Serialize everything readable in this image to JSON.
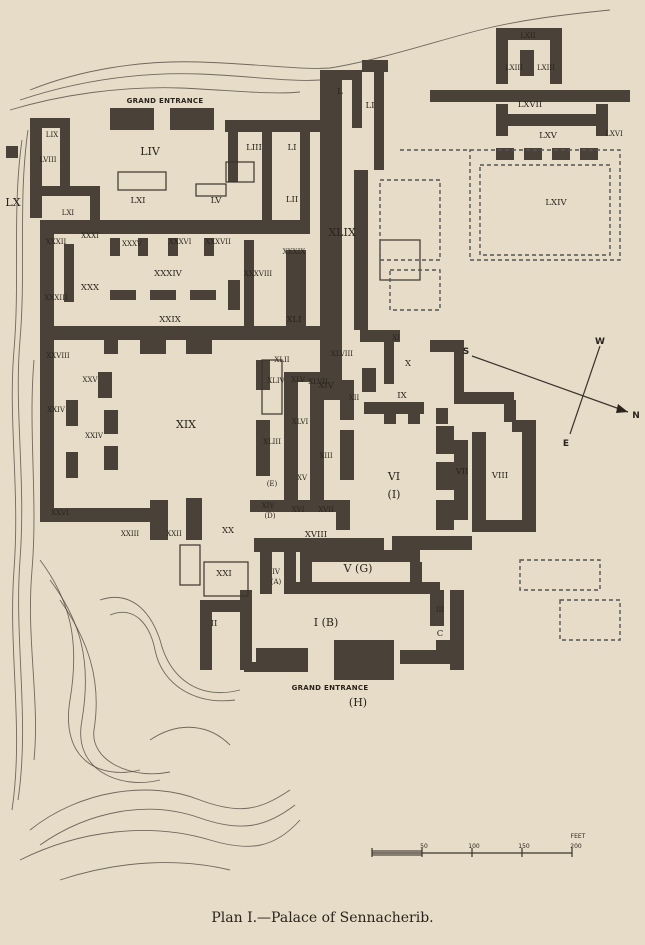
{
  "caption": "Plan I.—Palace of Sennacherib.",
  "entrances": {
    "top": "GRAND ENTRANCE",
    "bottom": "GRAND ENTRANCE",
    "bottom_mark": "(H)"
  },
  "compass": {
    "s": "S",
    "w": "W",
    "n": "N",
    "e": "E"
  },
  "scale": {
    "unit": "FEET",
    "ticks": [
      "50",
      "100",
      "150",
      "200"
    ]
  },
  "rooms": {
    "L": "L",
    "LI": "LI",
    "LII": "LII",
    "LIII": "LIII",
    "LIV": "LIV",
    "LV": "LV",
    "LVIII": "LVIII",
    "LIX": "LIX",
    "LX": "LX",
    "LXI_a": "LXI",
    "LXI_b": "LXI",
    "LXII": "LXII",
    "LXIII_a": "LXIII",
    "LXIII_b": "LXIII",
    "LXIV": "LXIV",
    "LXV": "LXV",
    "LXVI": "LXVI",
    "LXVII": "LXVII",
    "XLIX": "XLIX",
    "XXXV": "XXXV",
    "XXXVI": "XXXVI",
    "XXXVII": "XXXVII",
    "XXXVIII": "XXXVIII",
    "XXXIX": "XXXIX",
    "XXXII": "XXXII",
    "XXXI": "XXXI",
    "XXXIV": "XXXIV",
    "XXX": "XXX",
    "XXXIII": "XXXIII",
    "XXIX": "XXIX",
    "XLI": "XLI",
    "XXVIII": "XXVIII",
    "XLII": "XLII",
    "XLVIII": "XLVIII",
    "XXV": "XXV",
    "XXIV_a": "XXIV",
    "XXIV_b": "XXIV",
    "XIX": "XIX",
    "XLIII": "XLIII",
    "XLIV": "XLIV",
    "XLV": "XLV",
    "XLVI": "XLVI",
    "XLVII": "XLVII",
    "XIV": "XIV",
    "XII": "XII",
    "XIII": "XIII",
    "XV": "XV",
    "XVI": "XVI",
    "XVII": "XVII",
    "XI": "XI",
    "X": "X",
    "IX": "IX",
    "VI": "VI",
    "VI_mark": "(I)",
    "VII": "VII",
    "VIII": "VIII",
    "E": "(E)",
    "XIV_b": "XIV",
    "XIV_mark": "(D)",
    "XXVI": "XXVI",
    "XXIII": "XXIII",
    "XXII": "XXII",
    "XX": "XX",
    "XVIII": "XVIII",
    "XXI": "XXI",
    "IV": "IV",
    "IV_mark": "(A)",
    "V": "V (G)",
    "II": "II",
    "I": "I (B)",
    "III": "III",
    "C": "C"
  }
}
